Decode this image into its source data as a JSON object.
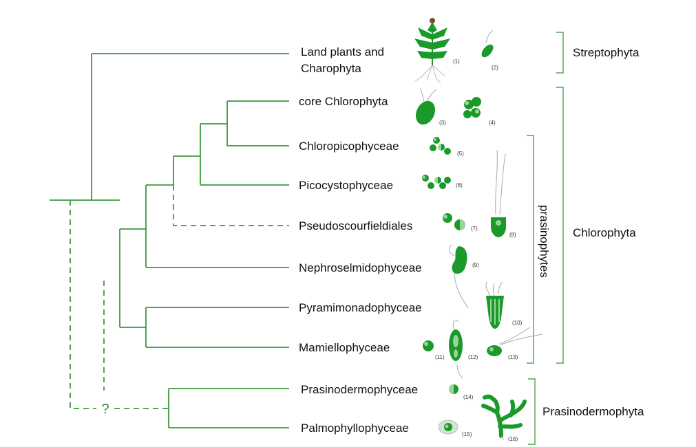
{
  "taxa": [
    {
      "line1": "Land plants and",
      "line2": "Charophyta"
    },
    {
      "name": "core Chlorophyta"
    },
    {
      "name": "Chloropicophyceae"
    },
    {
      "name": "Picocystophyceae"
    },
    {
      "name": "Pseudoscourfieldiales"
    },
    {
      "name": "Nephroselmidophyceae"
    },
    {
      "name": "Pyramimonadophyceae"
    },
    {
      "name": "Mamiellophyceae"
    },
    {
      "name": "Prasinodermophyceae"
    },
    {
      "name": "Palmophyllophyceae"
    }
  ],
  "groups": {
    "streptophyta": "Streptophyta",
    "chlorophyta": "Chlorophyta",
    "prasinophytes": "prasinophytes",
    "prasinodermophyta": "Prasinodermophyta"
  },
  "uncertain_mark": "?",
  "image_labels": [
    "(1)",
    "(2)",
    "(3)",
    "(4)",
    "(5)",
    "(6)",
    "(7)",
    "(8)",
    "(9)",
    "(10)",
    "(11)",
    "(12)",
    "(13)",
    "(14)",
    "(15)",
    "(16)"
  ],
  "colors": {
    "branch": "#3a9a3a",
    "cell_dark": "#1a9a2a",
    "cell_light": "#9ad49a"
  }
}
